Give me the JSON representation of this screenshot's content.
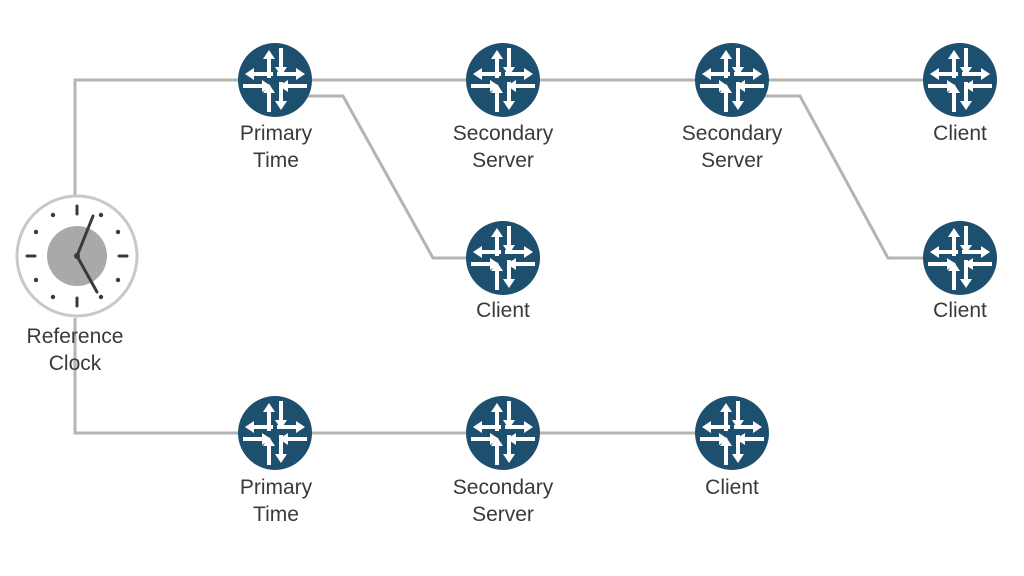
{
  "colors": {
    "node_fill": "#1d4f6e",
    "arrow": "#ffffff",
    "link": "#b4b4b4",
    "label": "#3a3a3a",
    "clock_face": "#ffffff",
    "clock_center": "#a9a9a9"
  },
  "reference_clock": {
    "label_line1": "Reference",
    "label_line2": "Clock",
    "icon": "clock-icon"
  },
  "nodes": [
    {
      "id": "primary-time-1",
      "icon": "router-icon",
      "line1": "Primary",
      "line2": "Time"
    },
    {
      "id": "secondary-server-1",
      "icon": "router-icon",
      "line1": "Secondary",
      "line2": "Server"
    },
    {
      "id": "secondary-server-2",
      "icon": "router-icon",
      "line1": "Secondary",
      "line2": "Server"
    },
    {
      "id": "client-1",
      "icon": "router-icon",
      "line1": "Client",
      "line2": ""
    },
    {
      "id": "client-2",
      "icon": "router-icon",
      "line1": "Client",
      "line2": ""
    },
    {
      "id": "client-3",
      "icon": "router-icon",
      "line1": "Client",
      "line2": ""
    },
    {
      "id": "primary-time-2",
      "icon": "router-icon",
      "line1": "Primary",
      "line2": "Time"
    },
    {
      "id": "secondary-server-3",
      "icon": "router-icon",
      "line1": "Secondary",
      "line2": "Server"
    },
    {
      "id": "client-4",
      "icon": "router-icon",
      "line1": "Client",
      "line2": ""
    }
  ],
  "links": [
    [
      "reference-clock",
      "primary-time-1"
    ],
    [
      "primary-time-1",
      "secondary-server-1"
    ],
    [
      "secondary-server-1",
      "secondary-server-2"
    ],
    [
      "secondary-server-2",
      "client-1"
    ],
    [
      "primary-time-1",
      "client-2"
    ],
    [
      "secondary-server-2",
      "client-3"
    ],
    [
      "reference-clock",
      "primary-time-2"
    ],
    [
      "primary-time-2",
      "secondary-server-3"
    ],
    [
      "secondary-server-3",
      "client-4"
    ]
  ]
}
